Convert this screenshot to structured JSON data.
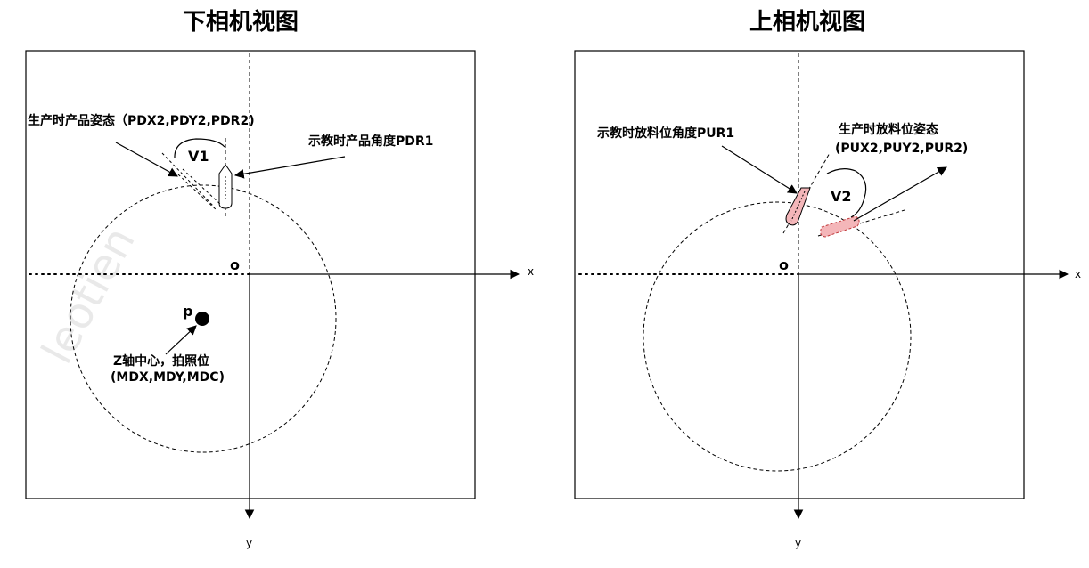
{
  "left": {
    "title": "下相机视图",
    "label_pose": "生产时产品姿态（PDX2,PDY2,PDR2)",
    "label_angle": "示教时产品角度PDR1",
    "label_v1": "V1",
    "label_o": "o",
    "label_x": "x",
    "label_y": "y",
    "label_p": "p",
    "label_zaxis_1": "Z轴中心，拍照位",
    "label_zaxis_2": "(MDX,MDY,MDC)",
    "watermark": "leotien"
  },
  "right": {
    "title": "上相机视图",
    "label_teach": "示教时放料位角度PUR1",
    "label_prod_1": "生产时放料位姿态",
    "label_prod_2": "(PUX2,PUY2,PUR2)",
    "label_v2": "V2",
    "label_o": "o",
    "label_x": "x",
    "label_y": "y"
  },
  "colors": {
    "stroke": "#000000",
    "pink_fill": "#f4b6b9",
    "pink_stroke": "#c0393b"
  }
}
